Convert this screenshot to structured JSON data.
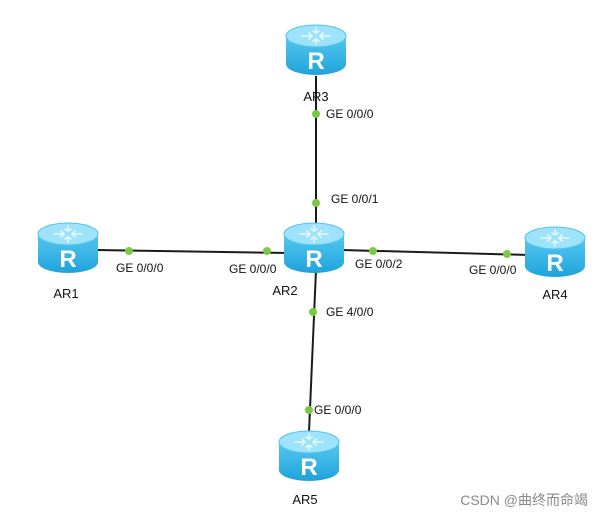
{
  "colors": {
    "link": "#1a1a1a",
    "port_dot": "#7ac943",
    "router_body": "#3cb8e8",
    "router_top": "#9ee3fb",
    "router_glyph": "#ffffff",
    "router_grid": "#dff7ff"
  },
  "icon": "router-icon",
  "routers": [
    {
      "id": "ar1",
      "label": "AR1",
      "glyph": "R"
    },
    {
      "id": "ar2",
      "label": "AR2",
      "glyph": "R"
    },
    {
      "id": "ar3",
      "label": "AR3",
      "glyph": "R"
    },
    {
      "id": "ar4",
      "label": "AR4",
      "glyph": "R"
    },
    {
      "id": "ar5",
      "label": "AR5",
      "glyph": "R"
    }
  ],
  "links": [
    {
      "id": "ar2-ar3",
      "from": "AR2",
      "to": "AR3",
      "from_port": "GE 0/0/1",
      "to_port": "GE 0/0/0"
    },
    {
      "id": "ar1-ar2",
      "from": "AR1",
      "to": "AR2",
      "from_port": "GE 0/0/0",
      "to_port": "GE 0/0/0"
    },
    {
      "id": "ar2-ar4",
      "from": "AR2",
      "to": "AR4",
      "from_port": "GE 0/0/2",
      "to_port": "GE 0/0/0"
    },
    {
      "id": "ar2-ar5",
      "from": "AR2",
      "to": "AR5",
      "from_port": "GE 4/0/0",
      "to_port": "GE 0/0/0"
    }
  ],
  "watermark": "CSDN @曲终而命竭"
}
